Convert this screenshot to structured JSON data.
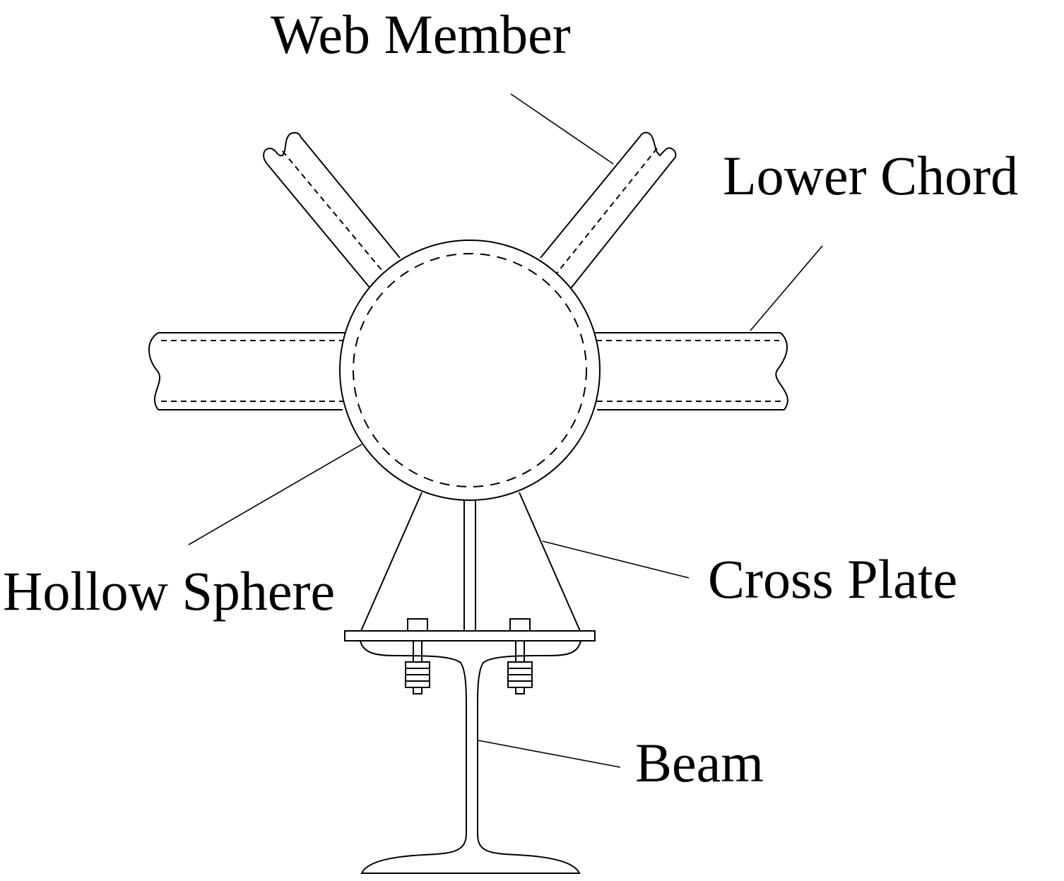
{
  "labels": {
    "web_member": "Web Member",
    "lower_chord": "Lower Chord",
    "hollow_sphere": "Hollow Sphere",
    "cross_plate": "Cross Plate",
    "beam": "Beam"
  },
  "colors": {
    "stroke": "#000000",
    "background": "#ffffff"
  }
}
